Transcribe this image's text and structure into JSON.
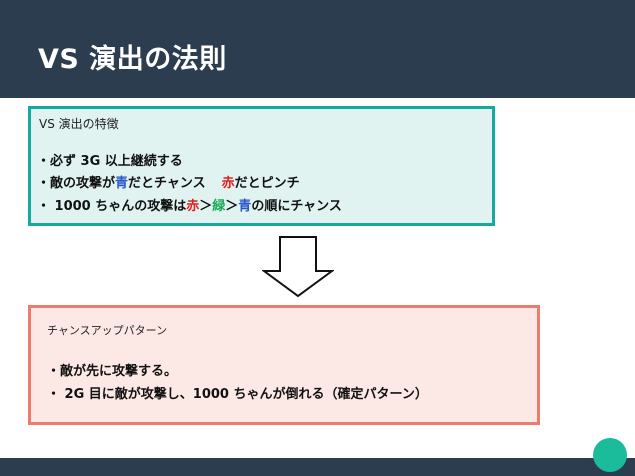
{
  "slide": {
    "title": "VS 演出の法則"
  },
  "box1": {
    "heading": "VS 演出の特徴",
    "line1": "・必ず 3G 以上継続する",
    "line2": {
      "a": "・敵の攻撃が",
      "b": "青",
      "c": "だとチャンス",
      "d": "赤",
      "e": "だとピンチ"
    },
    "line3": {
      "a": "・ 1000 ちゃんの攻撃は",
      "b": "赤",
      "c": "＞",
      "d": "緑",
      "e": "＞",
      "f": "青",
      "g": "の順にチャンス"
    }
  },
  "box2": {
    "heading": "チャンスアップパターン",
    "line1": "・敵が先に攻撃する。",
    "line2": "・ 2G 目に敵が攻撃し、1000 ちゃんが倒れる（確定パターン）"
  },
  "colors": {
    "header": "#2b3d4f",
    "box1_border": "#16a9a1",
    "box1_fill": "#e0f3f1",
    "box2_border": "#ee7b6e",
    "box2_fill": "#fce9e6",
    "accent_circle": "#1abc9c",
    "red": "#e02020",
    "blue": "#2a55c8",
    "green": "#1aaa55"
  },
  "icons": {
    "flow_arrow": "down-arrow-icon"
  }
}
